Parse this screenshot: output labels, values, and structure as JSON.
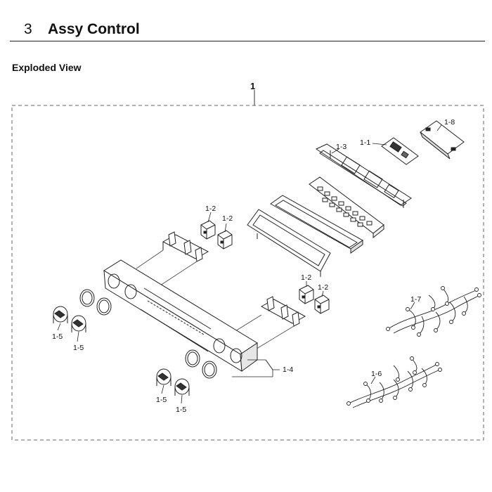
{
  "header": {
    "section_number": "3",
    "section_title": "Assy Control"
  },
  "subheading": "Exploded View",
  "assembly": {
    "number": "1"
  },
  "part_labels": {
    "p1_1": "1-1",
    "p1_2": "1-2",
    "p1_3": "1-3",
    "p1_4": "1-4",
    "p1_5": "1-5",
    "p1_6": "1-6",
    "p1_7": "1-7",
    "p1_8": "1-8"
  }
}
